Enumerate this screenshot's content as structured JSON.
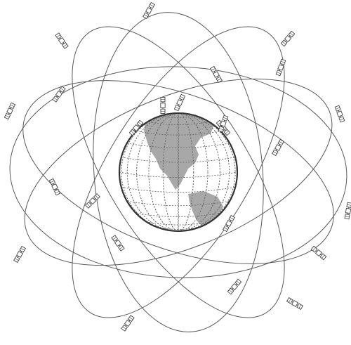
{
  "colors": {
    "background": "#ffffff",
    "ink": "#4a4a4a",
    "orbit": "#5a5a5a",
    "land": "#a8a8a8",
    "globe_fill": "#ffffff",
    "graticule": "#6a6a6a"
  },
  "figure": {
    "central_body": "earth-globe",
    "satellite_icon": "satellite-icon",
    "orbit_count": 6,
    "satellite_count": 24
  }
}
